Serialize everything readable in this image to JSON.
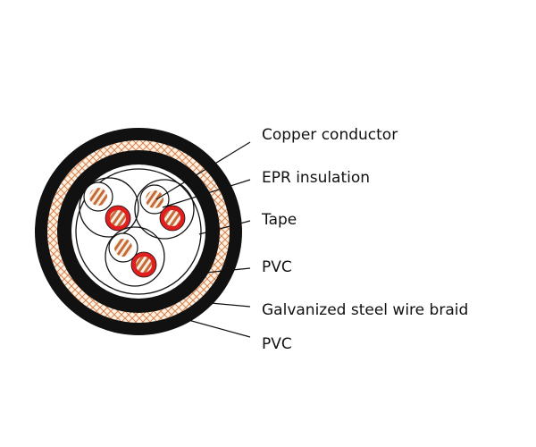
{
  "labels": [
    "Copper conductor",
    "EPR insulation",
    "Tape",
    "PVC",
    "Galvanized steel wire braid",
    "PVC"
  ],
  "colors": {
    "sheath": "#111111",
    "braid_line": "#d9824a",
    "braid_bg": "#fbf1e4",
    "copper": "#c86a36",
    "red_insulation": "#e02020"
  }
}
